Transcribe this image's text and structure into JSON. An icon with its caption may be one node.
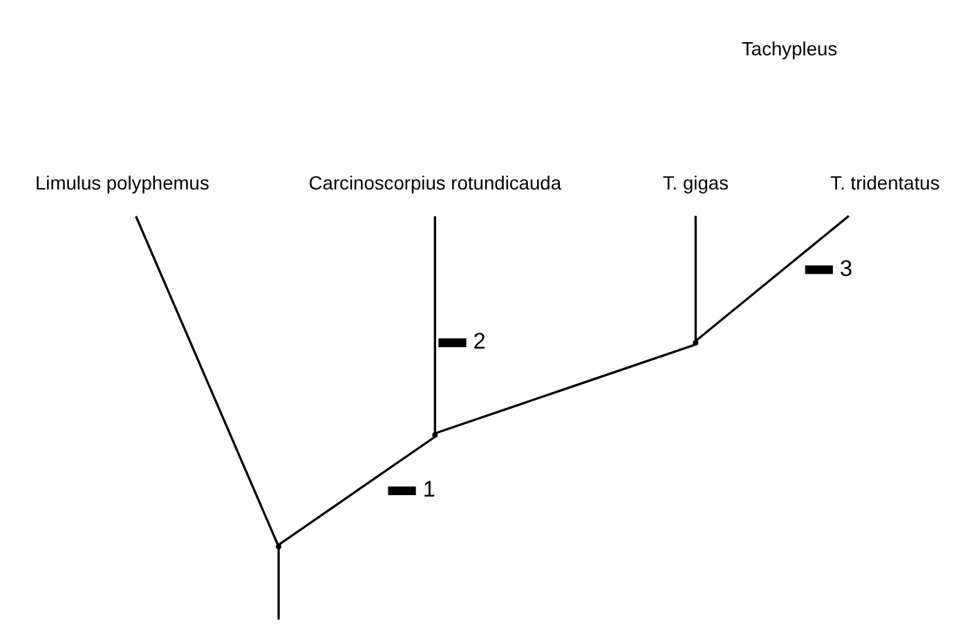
{
  "diagram": {
    "nodes": [
      {
        "text": [
          "Limulus polyphemus"
        ]
      },
      {
        "text": [
          "Carcinoscorpius rotundicauda"
        ]
      },
      {
        "text": [
          "T. gigas"
        ]
      },
      {
        "text": [
          "T. tridentatus"
        ]
      },
      {
        "text": [],
        "shape": "point"
      },
      {
        "text": [],
        "shape": "point"
      },
      {
        "text": [],
        "shape": "point"
      }
    ],
    "edges": [
      {
        "from": null,
        "to": 4,
        "arrow": "none"
      },
      {
        "from": 4,
        "to": 0,
        "arrow": "none"
      },
      {
        "from": 4,
        "to": 5,
        "arrow": "none",
        "label": "1"
      },
      {
        "from": 5,
        "to": 1,
        "arrow": "none",
        "label": "2"
      },
      {
        "from": 5,
        "to": 6,
        "arrow": "none"
      },
      {
        "from": 6,
        "to": 2,
        "arrow": "none"
      },
      {
        "from": 6,
        "to": 3,
        "arrow": "none",
        "label": "3"
      }
    ],
    "labels": [
      "Tachypleus"
    ]
  }
}
